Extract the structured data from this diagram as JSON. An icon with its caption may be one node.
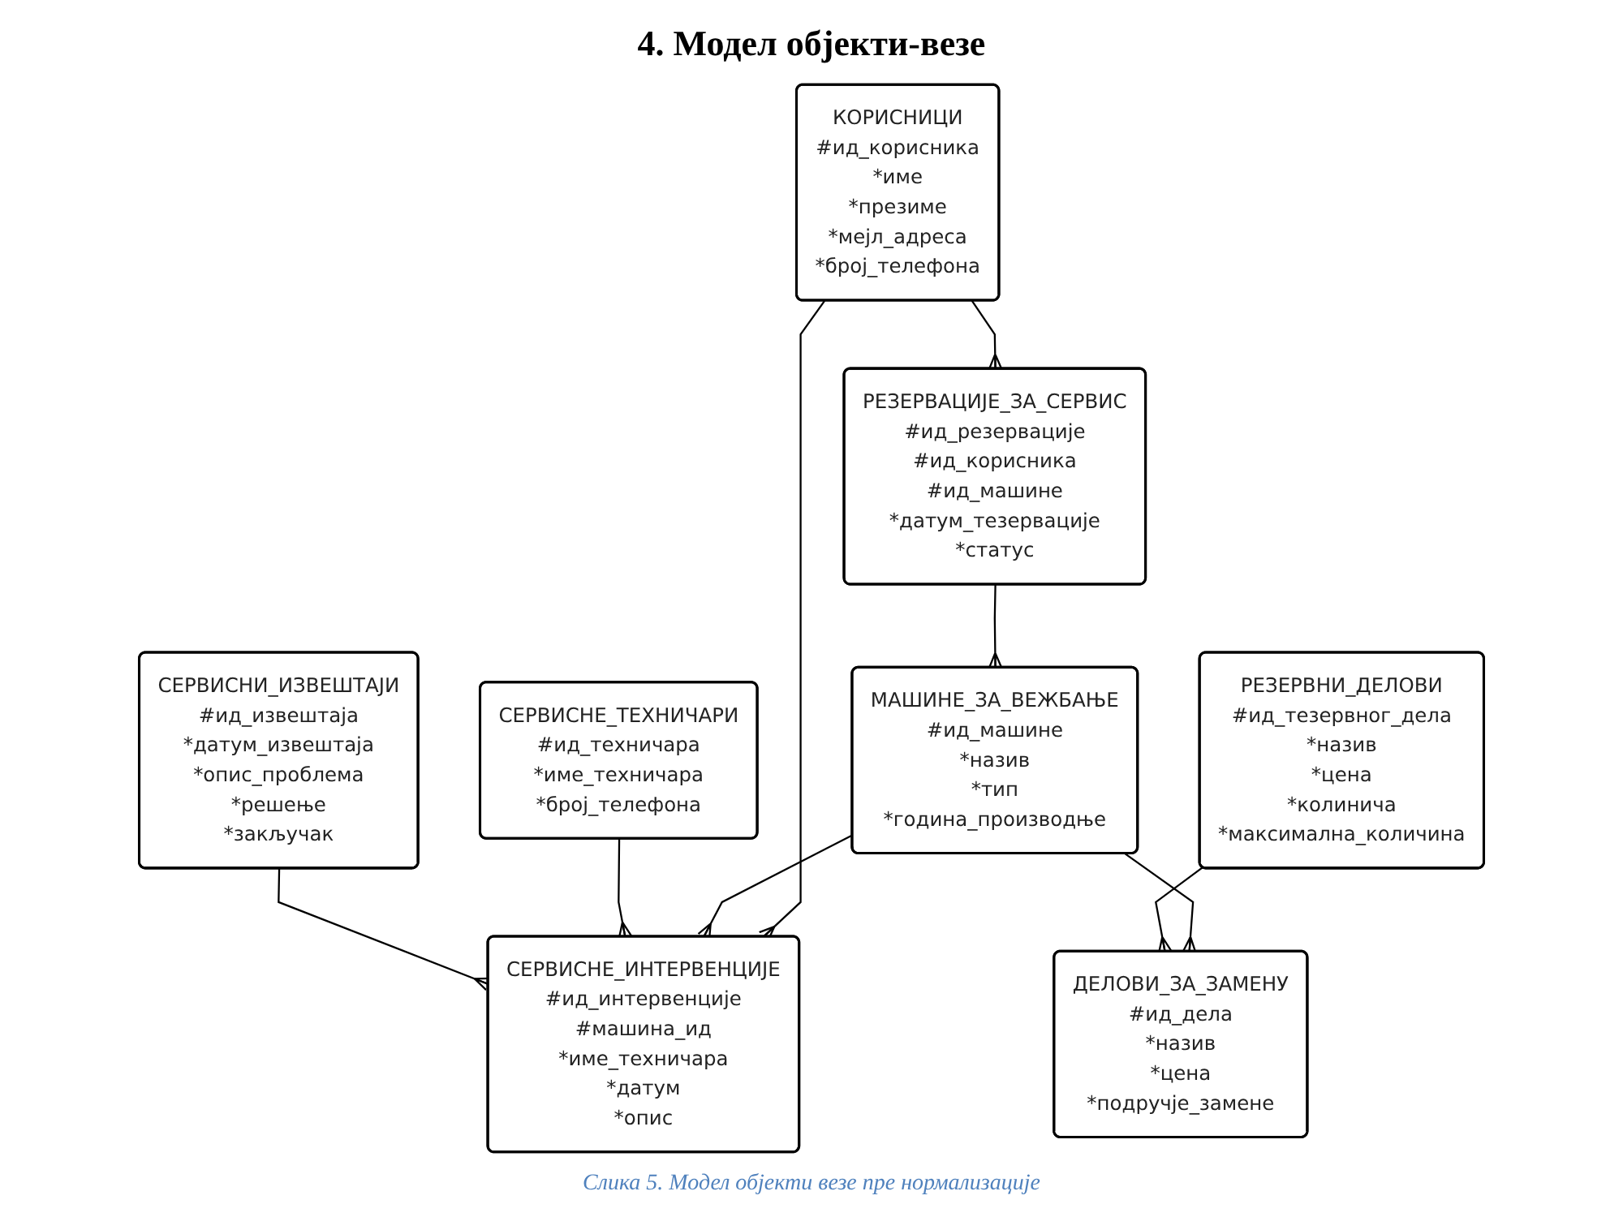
{
  "diagram": {
    "title": "4. Модел објекти-везе",
    "caption": "Слика 5. Модел објекти везе пре нормализације",
    "nodes": [
      {
        "text": [
          "СЕРВИСНИ_ИЗВЕШТАЈИ",
          "#ид_извештаја",
          "*датум_извештаја",
          "*опис_проблема",
          "*решење",
          "*закључак"
        ]
      },
      {
        "text": [
          "РЕЗЕРВНИ_ДЕЛОВИ",
          "#ид_тезервног_дела",
          "*назив",
          "*цена",
          "*колинича",
          "*максимална_количина"
        ]
      },
      {
        "text": [
          "СЕРВИСНЕ_ИНТЕРВЕНЦИЈЕ",
          "#ид_интервенције",
          "#машина_ид",
          "*име_техничара",
          "*датум",
          "*опис"
        ]
      },
      {
        "text": [
          "СЕРВИСНЕ_ТЕХНИЧАРИ",
          "#ид_техничара",
          "*име_техничара",
          "*број_телефона"
        ]
      },
      {
        "text": [
          "ДЕЛОВИ_ЗА_ЗАМЕНУ",
          "#ид_дела",
          "*назив",
          "*цена",
          "*подручје_замене"
        ]
      },
      {
        "text": [
          "КОРИСНИЦИ",
          "#ид_корисника",
          "*име",
          "*презиме",
          "*мејл_адреса",
          "*број_телефона"
        ]
      },
      {
        "text": [
          "МАШИНЕ_ЗА_ВЕЖБАЊЕ",
          "#ид_машине",
          "*назив",
          "*тип",
          "*година_производње"
        ]
      },
      {
        "text": [
          "РЕЗЕРВАЦИЈЕ_ЗА_СЕРВИС",
          "#ид_резервације",
          "#ид_корисника",
          "#ид_машине",
          "*датум_тезервације",
          "*статус"
        ]
      }
    ],
    "edges": [
      {
        "from": 0,
        "to": 2,
        "arrow": "other"
      },
      {
        "from": 3,
        "to": 2,
        "arrow": "other"
      },
      {
        "from": 1,
        "to": 4,
        "arrow": "other"
      },
      {
        "from": 6,
        "to": 2,
        "arrow": "other"
      },
      {
        "from": 5,
        "to": 2,
        "arrow": "other"
      },
      {
        "from": 6,
        "to": 4,
        "arrow": "other"
      },
      {
        "from": 5,
        "to": 7,
        "arrow": "other"
      },
      {
        "from": 7,
        "to": 6,
        "arrow": "other"
      }
    ]
  }
}
